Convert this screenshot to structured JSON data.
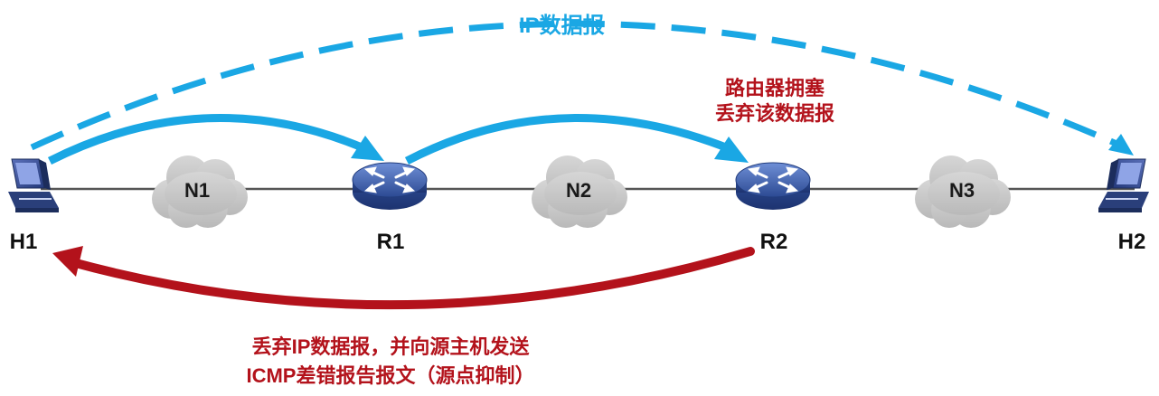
{
  "nodes": {
    "h1": {
      "label": "H1"
    },
    "r1": {
      "label": "R1",
      "badge": "ROUTER"
    },
    "r2": {
      "label": "R2",
      "badge": "ROUTER"
    },
    "h2": {
      "label": "H2"
    }
  },
  "networks": {
    "n1": {
      "label": "N1"
    },
    "n2": {
      "label": "N2"
    },
    "n3": {
      "label": "N3"
    }
  },
  "annotations": {
    "ip_datagram": "IP数据报",
    "congestion_line1": "路由器拥塞",
    "congestion_line2": "丢弃该数据报",
    "icmp_line1": "丢弃IP数据报，并向源主机发送",
    "icmp_line2": "ICMP差错报告报文（源点抑制）"
  },
  "colors": {
    "forward_arrow": "#1aa7e4",
    "error_arrow": "#b3121b",
    "link": "#555555",
    "cloud": "#c8c8c8",
    "router": "#3d5fae"
  },
  "icons": [
    "host-computer-icon",
    "router-icon",
    "cloud-network-icon"
  ]
}
